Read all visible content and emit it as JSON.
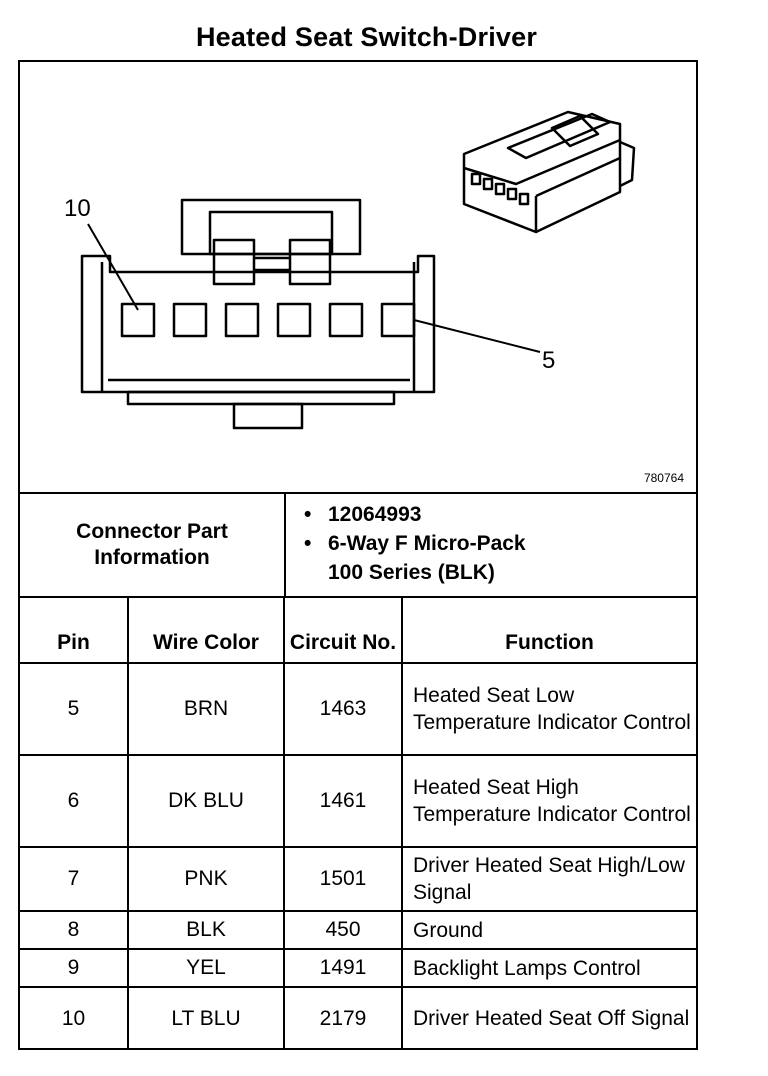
{
  "title": "Heated Seat Switch-Driver",
  "diagram": {
    "callout_left": "10",
    "callout_right": "5",
    "part_number": "780764"
  },
  "connector_info": {
    "label": "Connector Part Information",
    "items": [
      "12064993",
      "6-Way F Micro-Pack",
      "100 Series (BLK)"
    ]
  },
  "table": {
    "headers": {
      "pin": "Pin",
      "wire_color": "Wire Color",
      "circuit_no": "Circuit No.",
      "function": "Function"
    },
    "rows": [
      {
        "pin": "5",
        "wire_color": "BRN",
        "circuit_no": "1463",
        "function": "Heated Seat Low Temperature Indicator Control"
      },
      {
        "pin": "6",
        "wire_color": "DK BLU",
        "circuit_no": "1461",
        "function": "Heated Seat High Temperature Indicator Control"
      },
      {
        "pin": "7",
        "wire_color": "PNK",
        "circuit_no": "1501",
        "function": "Driver Heated Seat High/Low Signal"
      },
      {
        "pin": "8",
        "wire_color": "BLK",
        "circuit_no": "450",
        "function": "Ground"
      },
      {
        "pin": "9",
        "wire_color": "YEL",
        "circuit_no": "1491",
        "function": "Backlight Lamps Control"
      },
      {
        "pin": "10",
        "wire_color": "LT BLU",
        "circuit_no": "2179",
        "function": "Driver Heated Seat Off Signal"
      }
    ]
  }
}
